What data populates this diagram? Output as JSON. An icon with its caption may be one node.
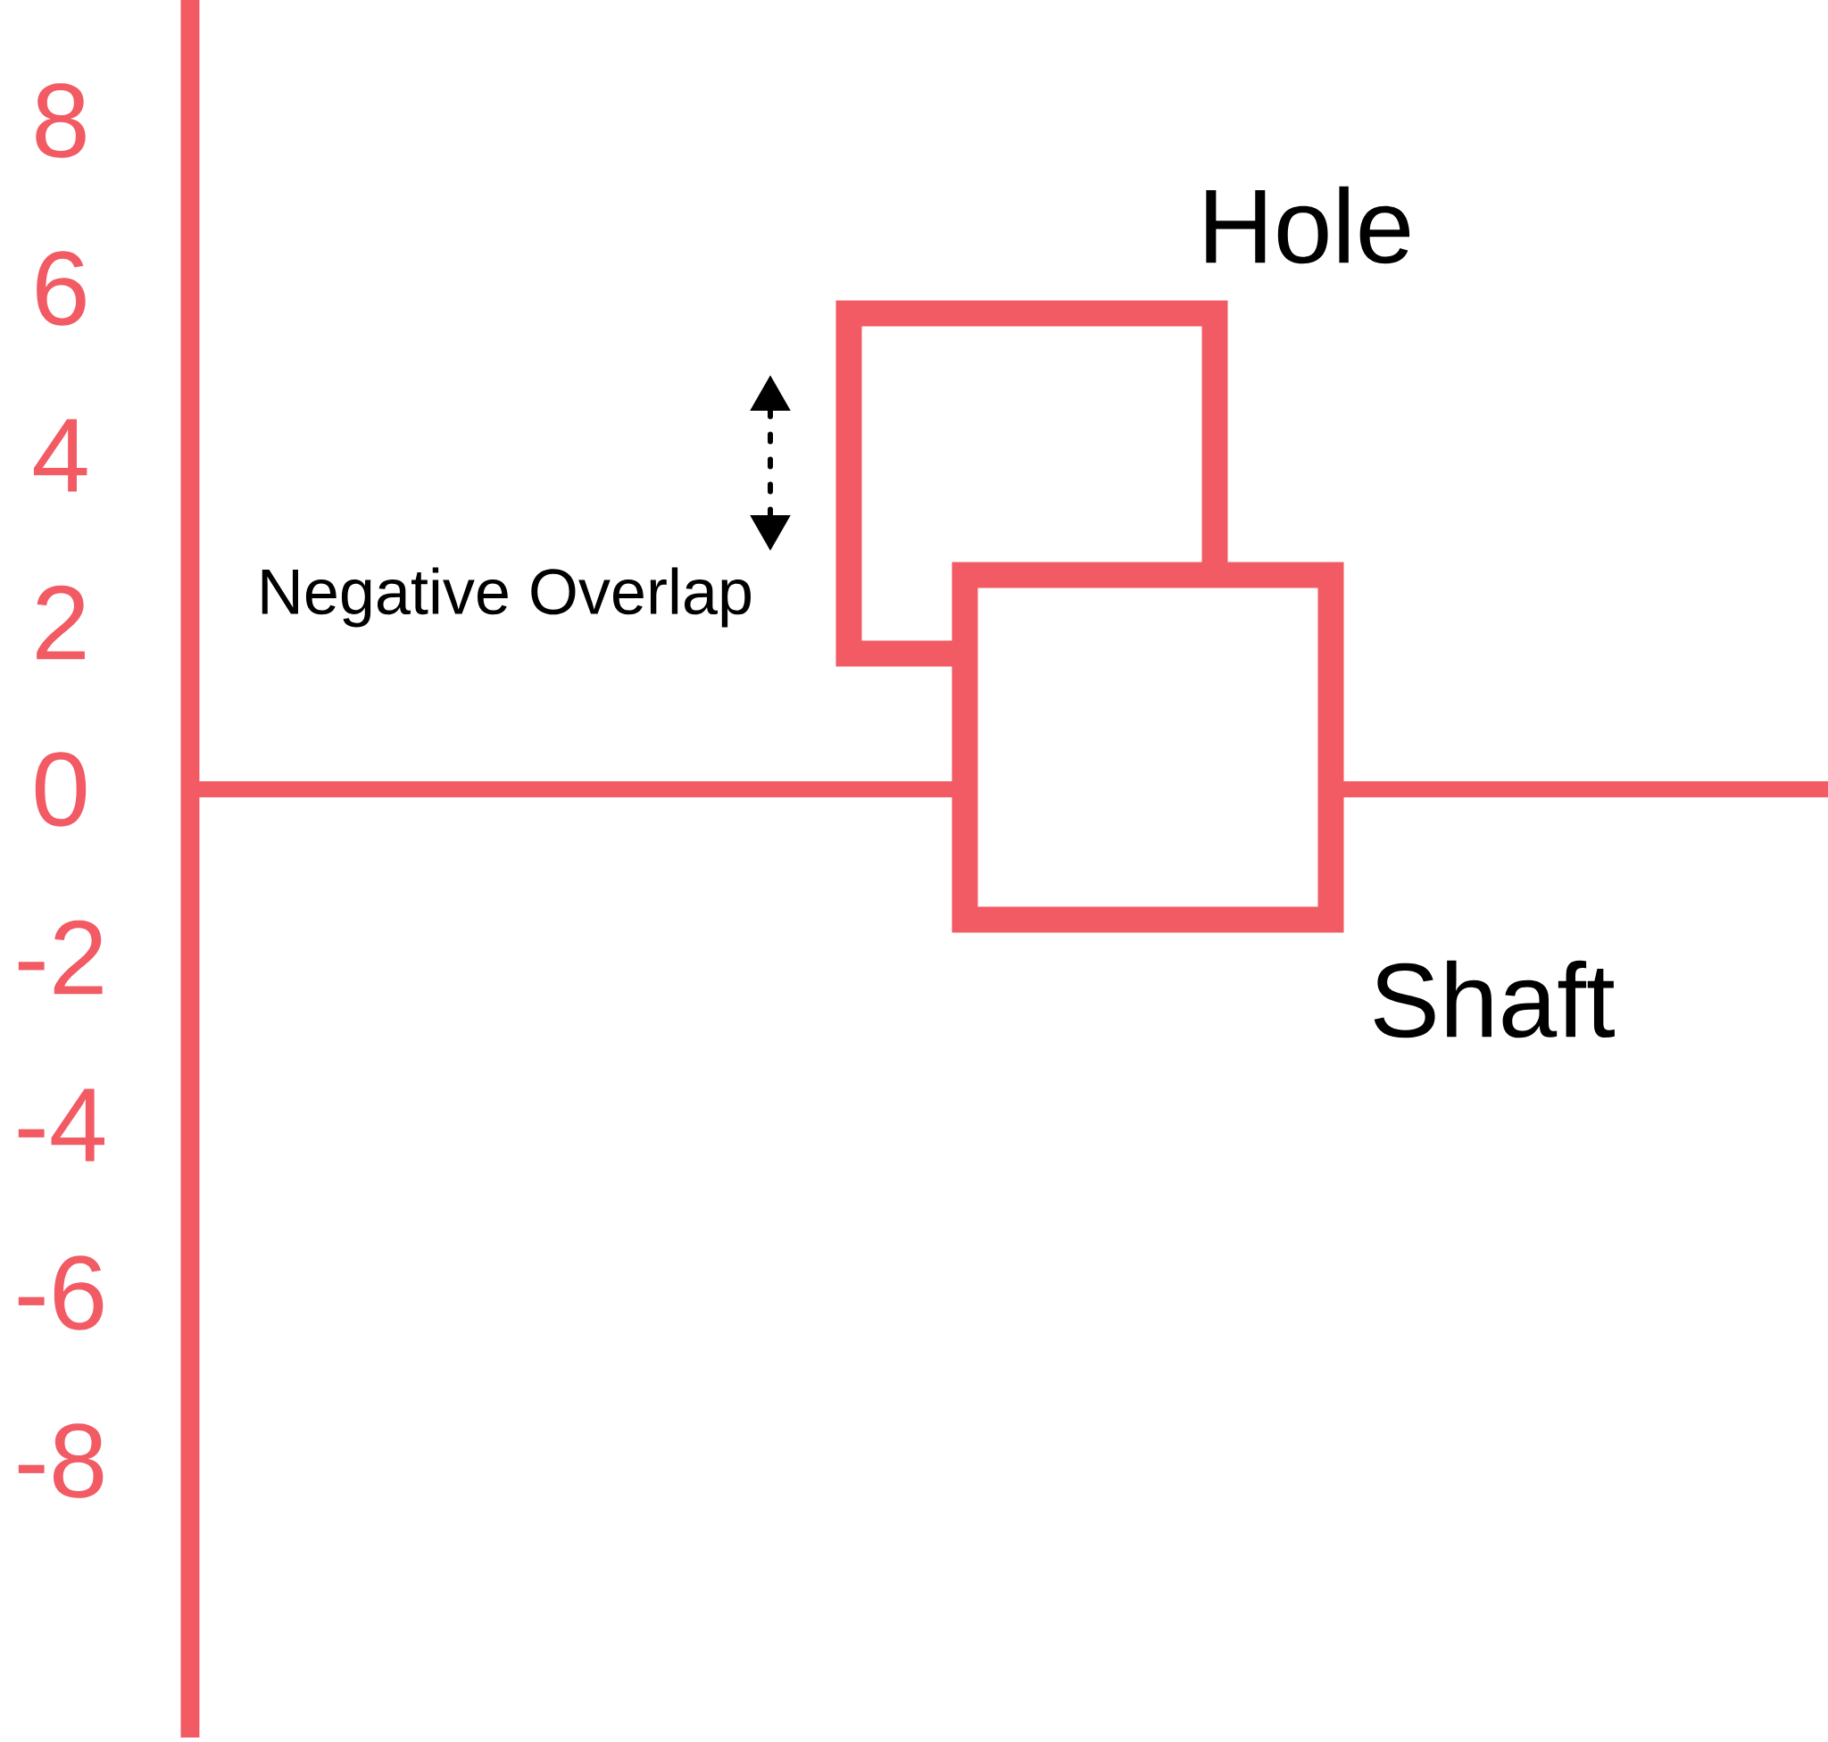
{
  "diagram": {
    "nodes": [
      {
        "text": [
          "Hole"
        ]
      },
      {
        "text": [
          "Shaft"
        ]
      }
    ],
    "labels": [
      "8",
      "6",
      "4",
      "2",
      "Negative Overlap",
      "0",
      "-2",
      "-4",
      "-6",
      "-8"
    ]
  }
}
